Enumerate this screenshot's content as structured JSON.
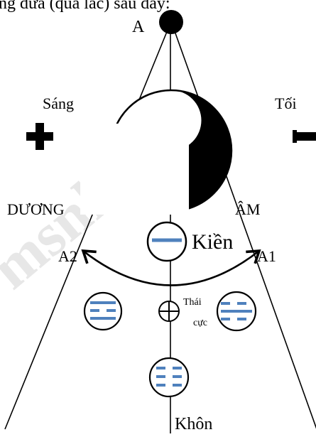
{
  "header_fragment": "ng đưa (quả lắc) sau đây:",
  "labels": {
    "top": "A",
    "light": "Sáng",
    "dark": "Tối",
    "left_side": "DƯƠNG",
    "right_side": "ÂM",
    "center_upper": "Kiền",
    "left_arrow": "A2",
    "right_arrow": "A1",
    "center_middle_line1": "Thái",
    "center_middle_line2": "cực",
    "bottom": "Khôn"
  },
  "watermark": "msnh rua",
  "colors": {
    "ink": "#000000",
    "trigram": "#4f81bd",
    "background": "#ffffff",
    "mask": "#ffffff",
    "watermark": "#c7c7c7"
  },
  "icons": {
    "plus": "plus-icon",
    "minus": "minus-icon",
    "taiji": "taiji-icon",
    "circle-cross": "circle-cross-icon"
  }
}
